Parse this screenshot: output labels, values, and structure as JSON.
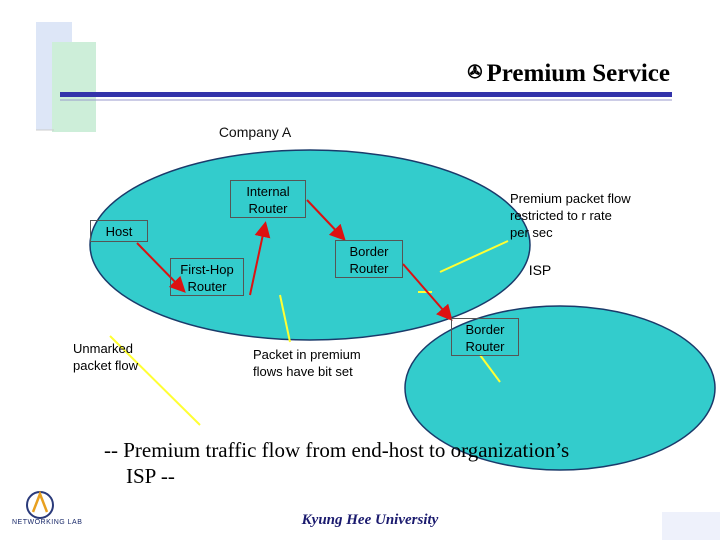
{
  "slide": {
    "title_bullet": "✇",
    "title": "Premium Service",
    "caption_line1": "-- Premium traffic flow from end-host to organization’s",
    "caption_line2": "ISP --",
    "footer": "Kyung Hee University",
    "logo_text": "NETWORKING LAB"
  },
  "diagram": {
    "company_label": "Company A",
    "internal_router": "Internal\nRouter",
    "host": "Host",
    "first_hop_router": "First-Hop\nRouter",
    "border_router_a": "Border\nRouter",
    "premium_note": "Premium packet flow\nrestricted to r rate\nper sec",
    "isp_label": "ISP",
    "border_router_isp": "Border\nRouter",
    "unmarked_note": "Unmarked\npacket flow",
    "bit_note": "Packet in premium\nflows have bit set"
  },
  "colors": {
    "ellipse_fill": "#33cccc",
    "ellipse_stroke": "#1a3a6a",
    "flow_arrow": "#dd1111",
    "callout_line": "#ffff33",
    "title_bar": "#3333aa"
  }
}
